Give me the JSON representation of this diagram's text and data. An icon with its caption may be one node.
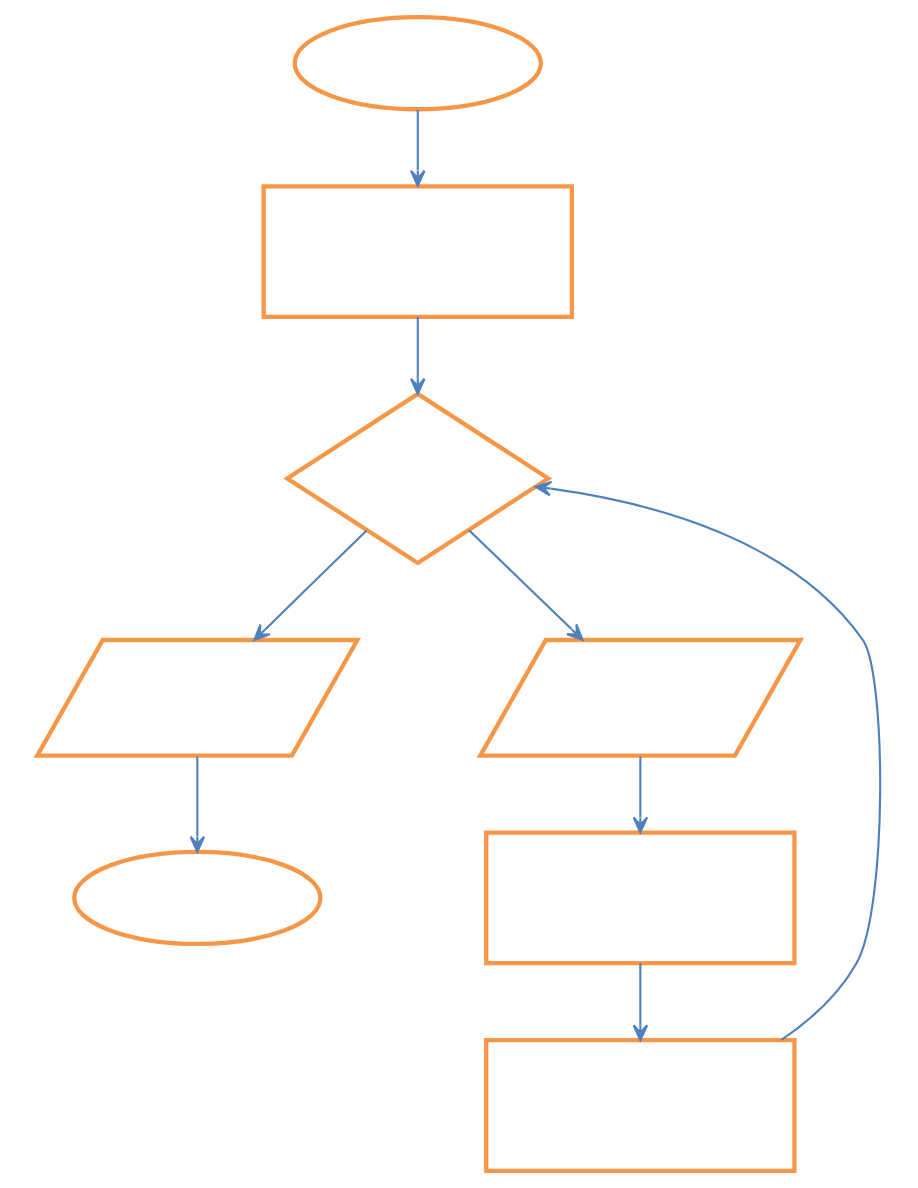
{
  "diagram": {
    "nodes": [
      {
        "text": [],
        "shape": "ellipse"
      },
      {
        "text": [],
        "shape": "box"
      },
      {
        "text": [],
        "shape": "diamond"
      },
      {
        "text": [],
        "shape": "parallelogram"
      },
      {
        "text": [],
        "shape": "ellipse"
      },
      {
        "text": [],
        "shape": "parallelogram"
      },
      {
        "text": [],
        "shape": "box"
      },
      {
        "text": [],
        "shape": "box"
      }
    ],
    "edges": [
      {
        "from": 0,
        "to": 1,
        "arrow": "to"
      },
      {
        "from": 1,
        "to": 2,
        "arrow": "to"
      },
      {
        "from": 2,
        "to": 3,
        "arrow": "to"
      },
      {
        "from": 3,
        "to": 4,
        "arrow": "to"
      },
      {
        "from": 2,
        "to": 5,
        "arrow": "to"
      },
      {
        "from": 5,
        "to": 6,
        "arrow": "to"
      },
      {
        "from": 6,
        "to": 7,
        "arrow": "to"
      },
      {
        "from": 7,
        "to": 2,
        "arrow": "to"
      }
    ]
  }
}
